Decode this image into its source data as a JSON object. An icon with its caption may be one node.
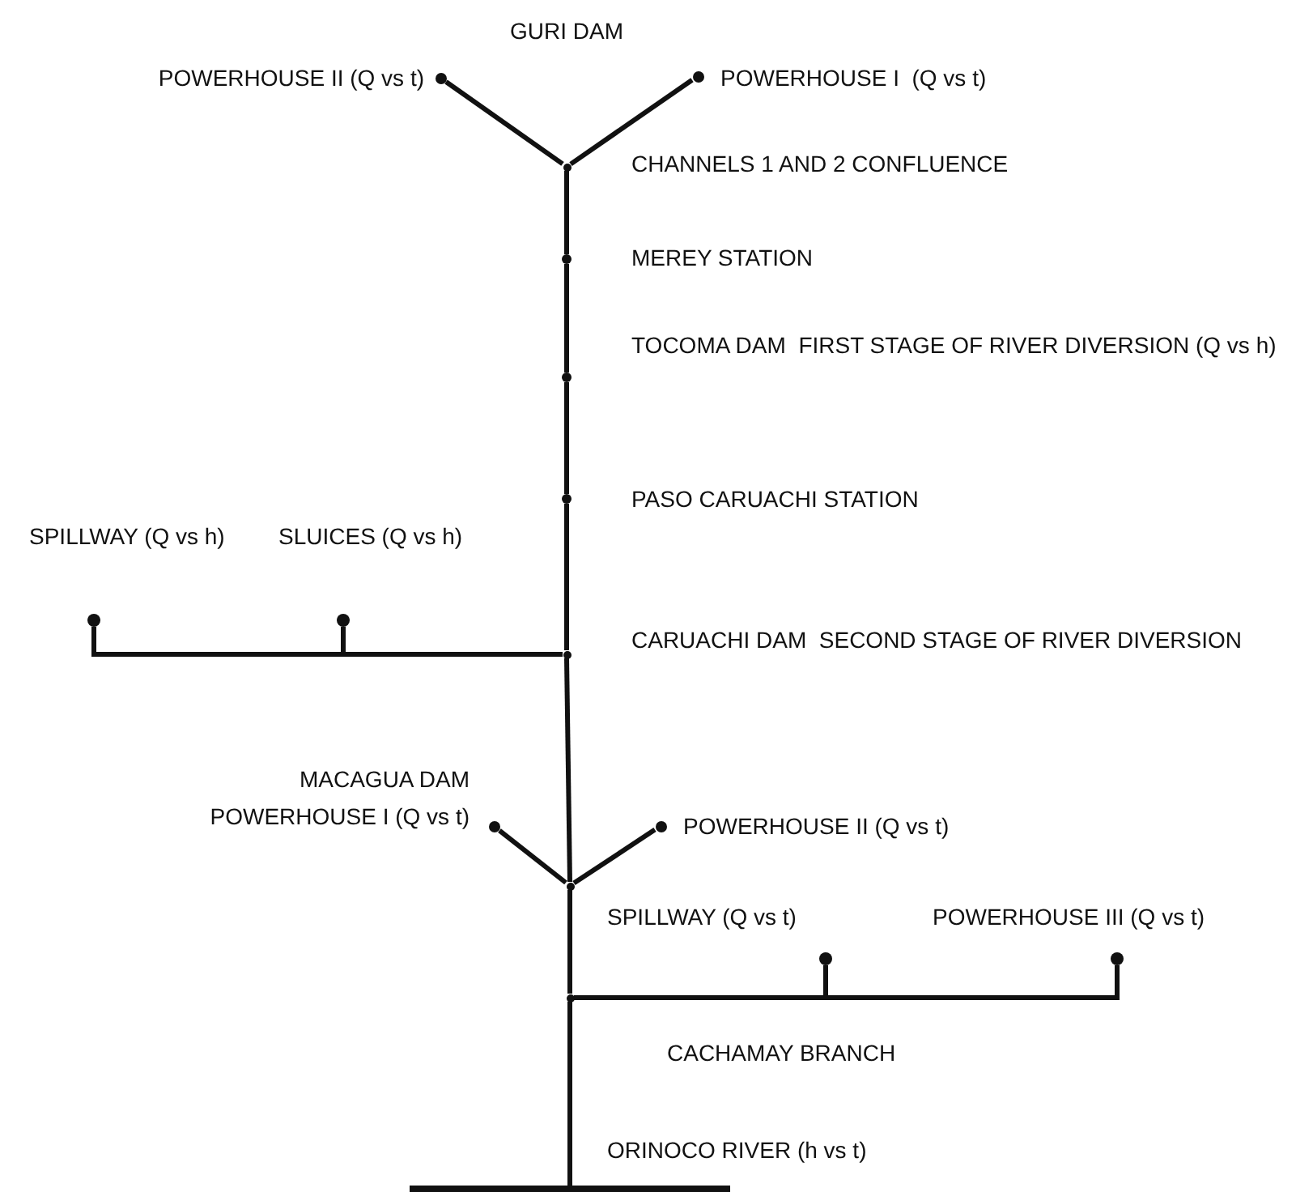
{
  "diagram": {
    "nodes": [
      {
        "text": [],
        "shape": "circle",
        "beside": [
          "POWERHOUSE II (Q vs t)"
        ]
      },
      {
        "text": [],
        "shape": "circle",
        "beside": [
          "POWERHOUSE I  (Q vs t)"
        ]
      },
      {
        "text": [],
        "shape": "circle",
        "beside": [
          "CHANNELS 1 AND 2 CONFLUENCE"
        ]
      },
      {
        "text": [],
        "shape": "circle",
        "beside": [
          "MEREY STATION"
        ]
      },
      {
        "text": [],
        "shape": "circle",
        "beside": [
          "TOCOMA DAM  FIRST STAGE OF RIVER DIVERSION (Q vs h)"
        ]
      },
      {
        "text": [],
        "shape": "circle",
        "beside": [
          "PASO CARUACHI STATION"
        ]
      },
      {
        "text": [],
        "shape": "circle",
        "beside": [
          "CARUACHI DAM  SECOND STAGE OF RIVER DIVERSION"
        ]
      },
      {
        "text": [],
        "shape": "circle",
        "beside": [
          "SPILLWAY (Q vs h)"
        ]
      },
      {
        "text": [],
        "shape": "circle",
        "beside": [
          "SLUICES (Q vs h)"
        ]
      },
      {
        "text": [],
        "shape": "circle"
      },
      {
        "text": [],
        "shape": "circle",
        "beside": [
          "POWERHOUSE I (Q vs t)"
        ]
      },
      {
        "text": [],
        "shape": "circle",
        "beside": [
          "POWERHOUSE II (Q vs t)"
        ]
      },
      {
        "text": [],
        "shape": "circle"
      },
      {
        "text": [],
        "shape": "circle",
        "beside": [
          "SPILLWAY (Q vs t)"
        ]
      },
      {
        "text": [],
        "shape": "circle",
        "beside": [
          "POWERHOUSE III (Q vs t)"
        ]
      },
      {
        "text": [],
        "shape": "bar",
        "beside": [
          "ORINOCO RIVER (h vs t)"
        ]
      }
    ],
    "edges": [
      {
        "from": 0,
        "to": 2,
        "arrow": "none"
      },
      {
        "from": 1,
        "to": 2,
        "arrow": "none"
      },
      {
        "from": 2,
        "to": 3,
        "arrow": "none"
      },
      {
        "from": 3,
        "to": 4,
        "arrow": "none"
      },
      {
        "from": 4,
        "to": 5,
        "arrow": "none"
      },
      {
        "from": 5,
        "to": 6,
        "arrow": "none"
      },
      {
        "from": 7,
        "to": 6,
        "arrow": "none"
      },
      {
        "from": 8,
        "to": 6,
        "arrow": "none"
      },
      {
        "from": 6,
        "to": 9,
        "arrow": "none"
      },
      {
        "from": 10,
        "to": 9,
        "arrow": "none"
      },
      {
        "from": 11,
        "to": 9,
        "arrow": "none"
      },
      {
        "from": 9,
        "to": 12,
        "arrow": "none"
      },
      {
        "from": 13,
        "to": 12,
        "arrow": "none"
      },
      {
        "from": 14,
        "to": 12,
        "arrow": "none"
      },
      {
        "from": 12,
        "to": 15,
        "arrow": "none"
      }
    ],
    "labels": [
      "GURI DAM",
      "MACAGUA DAM",
      "CACHAMAY BRANCH"
    ]
  }
}
